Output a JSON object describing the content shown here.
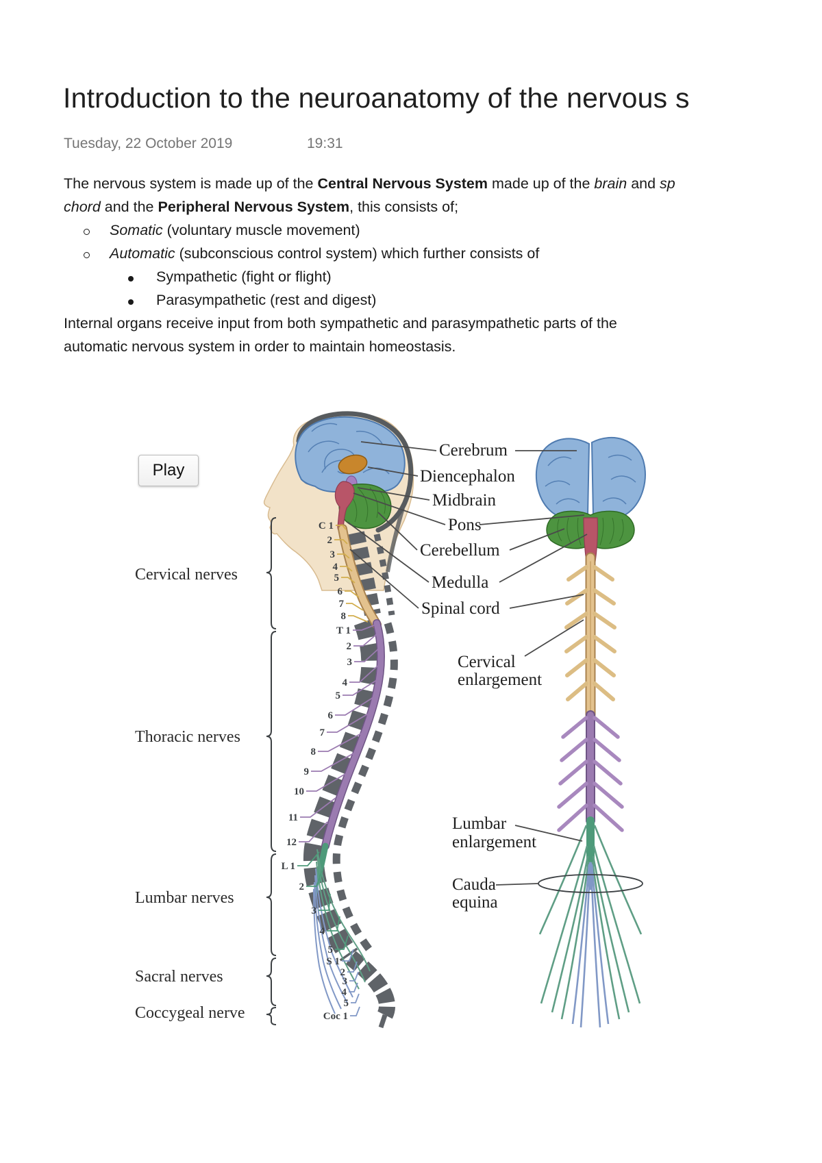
{
  "page": {
    "title": "Introduction to the neuroanatomy of the nervous s",
    "date": "Tuesday, 22 October 2019",
    "time": "19:31"
  },
  "intro": {
    "line1_pre": "The nervous system is made up of the ",
    "line1_bold": "Central Nervous System",
    "line1_mid": " made up of the ",
    "line1_it1": "brain",
    "line1_and": " and ",
    "line1_it2": "sp",
    "line2_it": "chord",
    "line2_pre": " and the ",
    "line2_bold": "Peripheral Nervous System",
    "line2_post": ", this consists of;"
  },
  "bullets": {
    "somatic_term": "Somatic",
    "somatic_rest": " (voluntary muscle movement)",
    "automatic_term": "Automatic",
    "automatic_rest": " (subconscious control system) which further consists of",
    "sympathetic": "Sympathetic (fight or flight)",
    "parasympathetic": "Parasympathetic (rest and digest)"
  },
  "closing": {
    "line1": "Internal organs receive input from both sympathetic and parasympathetic parts of the",
    "line2": "automatic nervous system in order to maintain homeostasis."
  },
  "media": {
    "play_label": "Play"
  },
  "diagram": {
    "labels": {
      "cerebrum": "Cerebrum",
      "diencephalon": "Diencephalon",
      "midbrain": "Midbrain",
      "pons": "Pons",
      "cerebellum": "Cerebellum",
      "medulla": "Medulla",
      "spinal_cord": "Spinal cord",
      "cervical_enl_1": "Cervical",
      "cervical_enl_2": "enlargement",
      "lumbar_enl_1": "Lumbar",
      "lumbar_enl_2": "enlargement",
      "cauda_1": "Cauda",
      "cauda_2": "equina"
    },
    "groups": {
      "cervical": "Cervical nerves",
      "thoracic": "Thoracic nerves",
      "lumbar": "Lumbar nerves",
      "sacral": "Sacral nerves",
      "coccygeal": "Coccygeal nerve"
    },
    "levels": {
      "cervical": [
        "C 1",
        "2",
        "3",
        "4",
        "5",
        "6",
        "7",
        "8"
      ],
      "thoracic": [
        "T 1",
        "2",
        "3",
        "4",
        "5",
        "6",
        "7",
        "8",
        "9",
        "10",
        "11",
        "12"
      ],
      "lumbar": [
        "L 1",
        "2",
        "3",
        "4",
        "5"
      ],
      "sacral": [
        "S 1",
        "2",
        "3",
        "4",
        "5"
      ],
      "coccygeal": [
        "Coc 1"
      ]
    }
  },
  "colors": {
    "brain-blue": "#8fb3da",
    "cerebellum-green": "#4d9440",
    "brainstem-red": "#b85568",
    "diencephalon-orange": "#c8862c",
    "midbrain-violet": "#a57fc0",
    "cord-tan": "#e3c28e",
    "thoracic-purple": "#9b7bb0",
    "lumbar-green": "#4e9a7a",
    "sacral-blue": "#8198c6",
    "nerve-yellow": "#d2ae4e",
    "vertebra-gray": "#5f6368"
  }
}
